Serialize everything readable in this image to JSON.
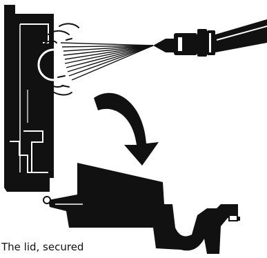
{
  "caption": "The lid, secured",
  "colors": {
    "ink": "#111111",
    "paper": "#ffffff"
  },
  "illustration": {
    "parts": [
      "lid-panel-upright",
      "spray-nozzle",
      "water-hose",
      "water-jet",
      "curved-arrow",
      "lid-panel-flat",
      "latch-knob"
    ]
  }
}
